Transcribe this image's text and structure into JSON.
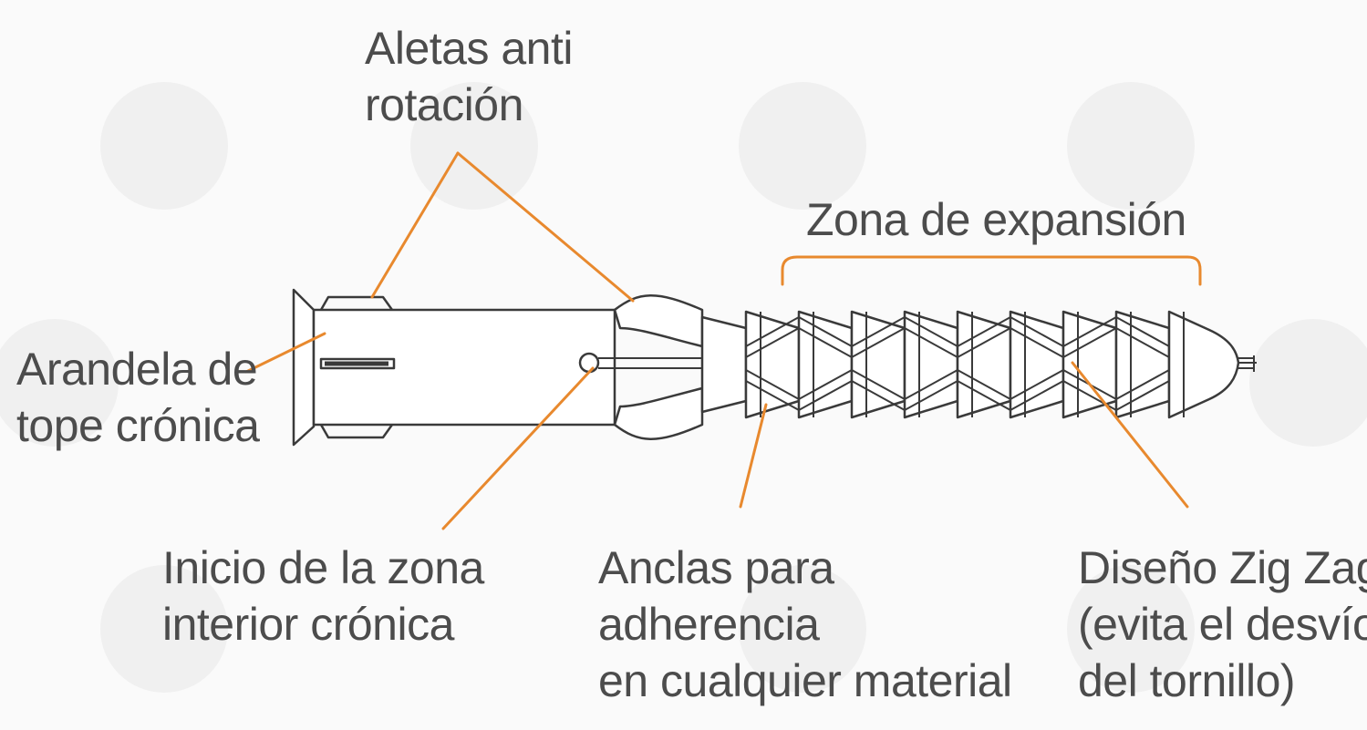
{
  "colors": {
    "background": "#fafafa",
    "outline": "#3a3a3a",
    "leader": "#e8892e",
    "text": "#4c4c4c"
  },
  "labels": {
    "anti_rotation": [
      "Aletas anti",
      "rotación"
    ],
    "expansion_zone": "Zona de expansión",
    "washer": [
      "Arandela de",
      "tope crónica"
    ],
    "inner_zone": [
      "Inicio de la zona",
      "interior crónica"
    ],
    "anchors": [
      "Anclas para",
      "adherencia",
      "en cualquier material"
    ],
    "zigzag": [
      "Diseño Zig Zag",
      "(evita el desvío",
      "del tornillo)"
    ]
  }
}
